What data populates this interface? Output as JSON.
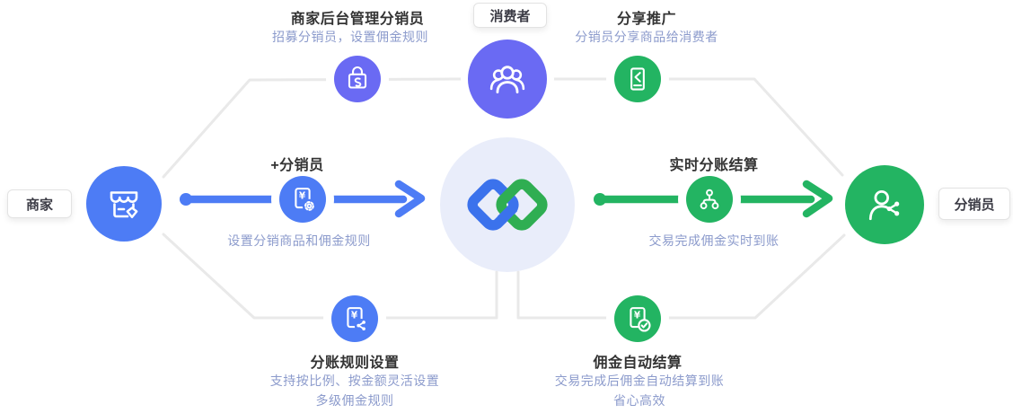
{
  "colors": {
    "blue": "#4D7CF5",
    "purple": "#6A6AF3",
    "green": "#23B462",
    "logo_blue": "#3B72EC",
    "logo_green": "#2FAE52",
    "center_bg": "#E9EDFA",
    "line": "#E9E9E9",
    "title": "#333333",
    "sub": "#8C9BCC",
    "pill_border": "#E3E3E3",
    "pill_text": "#3C3C46"
  },
  "pills": {
    "merchant": "商家",
    "consumer": "消费者",
    "distributor": "分销员"
  },
  "top_left": {
    "title": "商家后台管理分销员",
    "subtitle": "招募分销员，设置佣金规则"
  },
  "top_right": {
    "title": "分享推广",
    "subtitle": "分销员分享商品给消费者"
  },
  "flow_left": {
    "label": "+分销员",
    "subtitle": "设置分销商品和佣金规则"
  },
  "flow_right": {
    "label": "实时分账结算",
    "subtitle": "交易完成佣金实时到账"
  },
  "bottom_left": {
    "title": "分账规则设置",
    "line1": "支持按比例、按金额灵活设置",
    "line2": "多级佣金规则"
  },
  "bottom_right": {
    "title": "佣金自动结算",
    "line1": "交易完成后佣金自动结算到账",
    "line2": "省心高效"
  },
  "icons": {
    "merchant_node": "storefront-icon",
    "consumer_node": "users-icon",
    "distributor_node": "person-share-icon",
    "center_node": "link-diamonds-logo",
    "top_left_mini": "shopping-bag-icon",
    "top_right_mini": "page-share-icon",
    "flow_left_mini": "receipt-yen-gear-icon",
    "flow_right_mini": "hierarchy-icon",
    "bottom_left_mini": "receipt-yen-share-icon",
    "bottom_right_mini": "receipt-yen-check-icon"
  }
}
